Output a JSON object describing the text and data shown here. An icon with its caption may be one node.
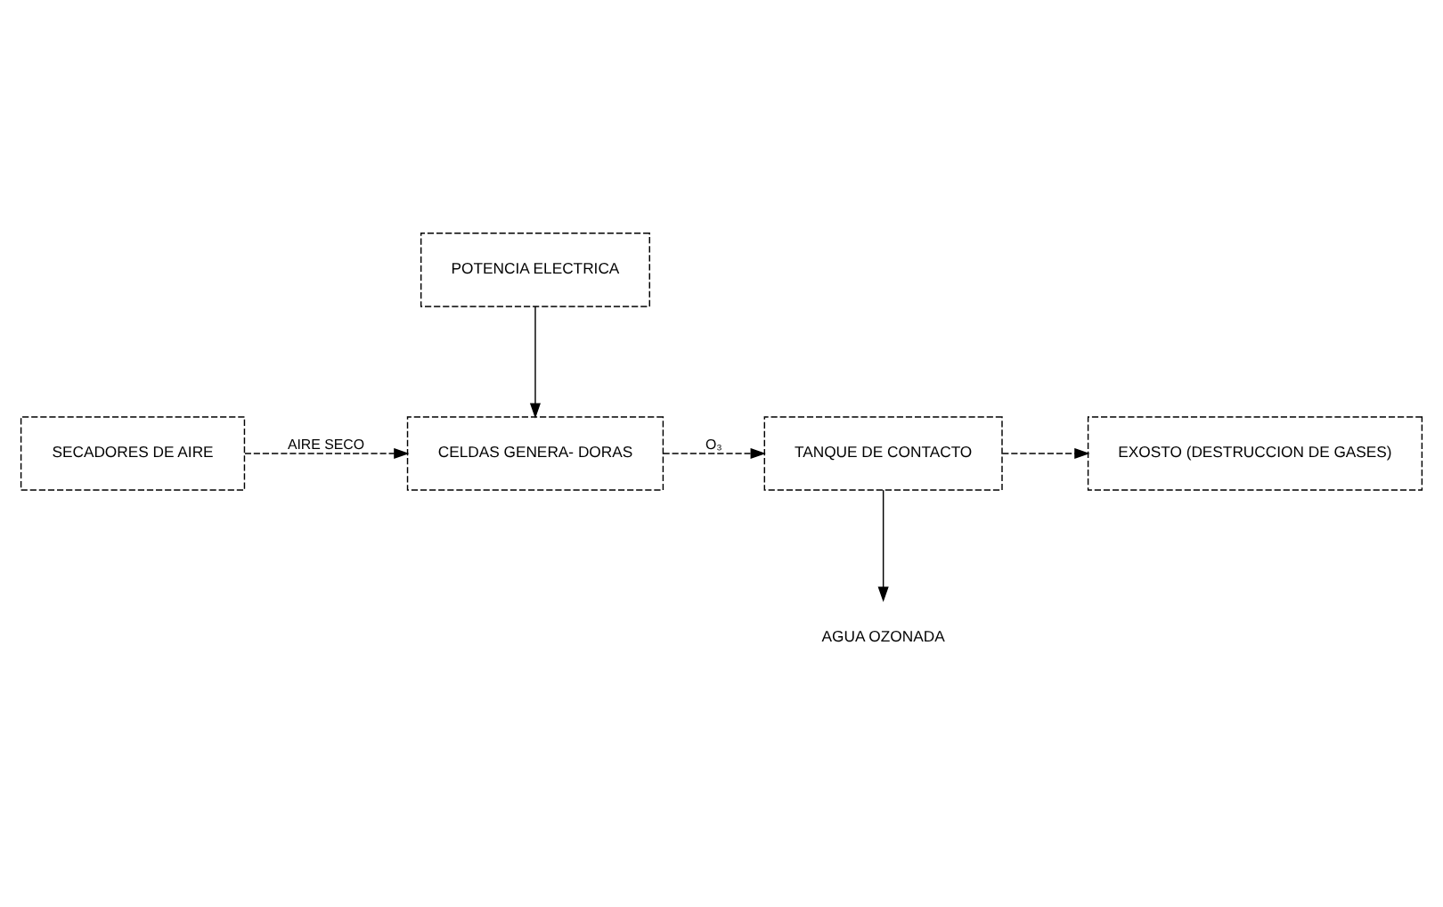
{
  "diagram": {
    "nodes": [
      {
        "text": [
          "POTENCIA ELECTRICA"
        ]
      },
      {
        "text": [
          "EXOSTO (DESTRUCCION DE GASES)"
        ]
      },
      {
        "text": [
          "SECADORES DE AIRE"
        ]
      },
      {
        "text": [
          "CELDAS GENERA- DORAS"
        ]
      },
      {
        "text": [
          "TANQUE DE CONTACTO"
        ]
      },
      {
        "text": [
          "AGUA OZONADA"
        ]
      }
    ],
    "edges": [
      {
        "from": 0,
        "to": 3,
        "arrow": "to"
      },
      {
        "from": 4,
        "to": 1,
        "arrow": "to",
        "style": "dashed"
      },
      {
        "from": 2,
        "to": 3,
        "arrow": "to",
        "label": "AIRE SECO",
        "style": "dashed"
      },
      {
        "from": 3,
        "to": 4,
        "arrow": "to",
        "label": "O₃",
        "style": "dashed"
      },
      {
        "from": 4,
        "to": 5,
        "arrow": "to"
      }
    ]
  }
}
